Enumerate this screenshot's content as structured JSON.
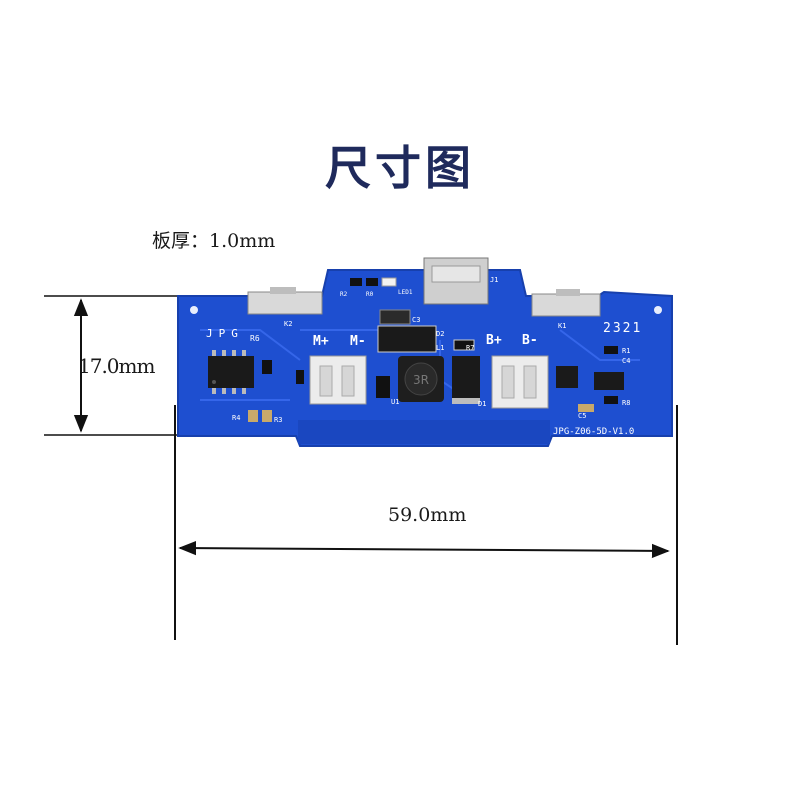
{
  "title": "尺寸图",
  "thickness_label": "板厚：1.0mm",
  "dimensions": {
    "height": "17.0mm",
    "width": "59.0mm"
  },
  "board": {
    "model_label": "JPG-Z06-5D-V1.0",
    "brand_mark": "JPG",
    "terminal_motor_plus": "M+",
    "terminal_motor_minus": "M-",
    "terminal_battery_plus": "B+",
    "terminal_battery_minus": "B-",
    "display_digits": "2321",
    "designators": {
      "k2": "K2",
      "k1": "K1",
      "r6": "R6",
      "r4": "R4",
      "r3": "R3",
      "r7": "R7",
      "r1": "R1",
      "c4": "C4",
      "r8": "R8",
      "c5": "C5",
      "c3": "C3",
      "d2": "D2",
      "l1": "L1",
      "d1": "D1",
      "u1": "U1",
      "j1": "J1",
      "led1": "LED1",
      "r2": "R2",
      "r0": "R0"
    }
  },
  "colors": {
    "pcb": "#1e4fd0",
    "pcb_edge": "#1740ad",
    "silkscreen": "#ffffff",
    "title": "#1f2a5c",
    "dimension_lines": "#111111"
  }
}
